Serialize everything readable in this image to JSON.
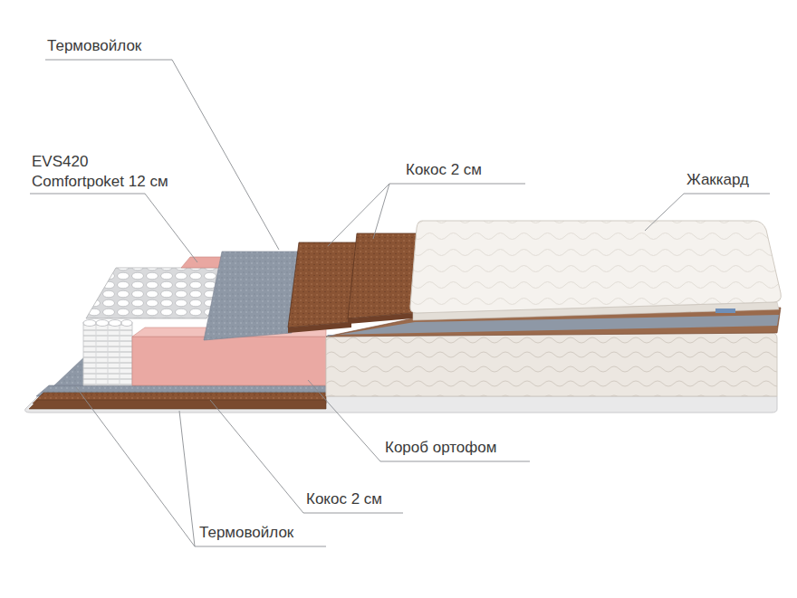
{
  "diagram": {
    "labels": [
      "Термовойлок",
      "EVS420 Comfortpoket 12 см",
      "Кокос 2 см",
      "Жаккард",
      "Короб ортофом",
      "Кокос 2 см",
      "Термовойлок"
    ]
  }
}
